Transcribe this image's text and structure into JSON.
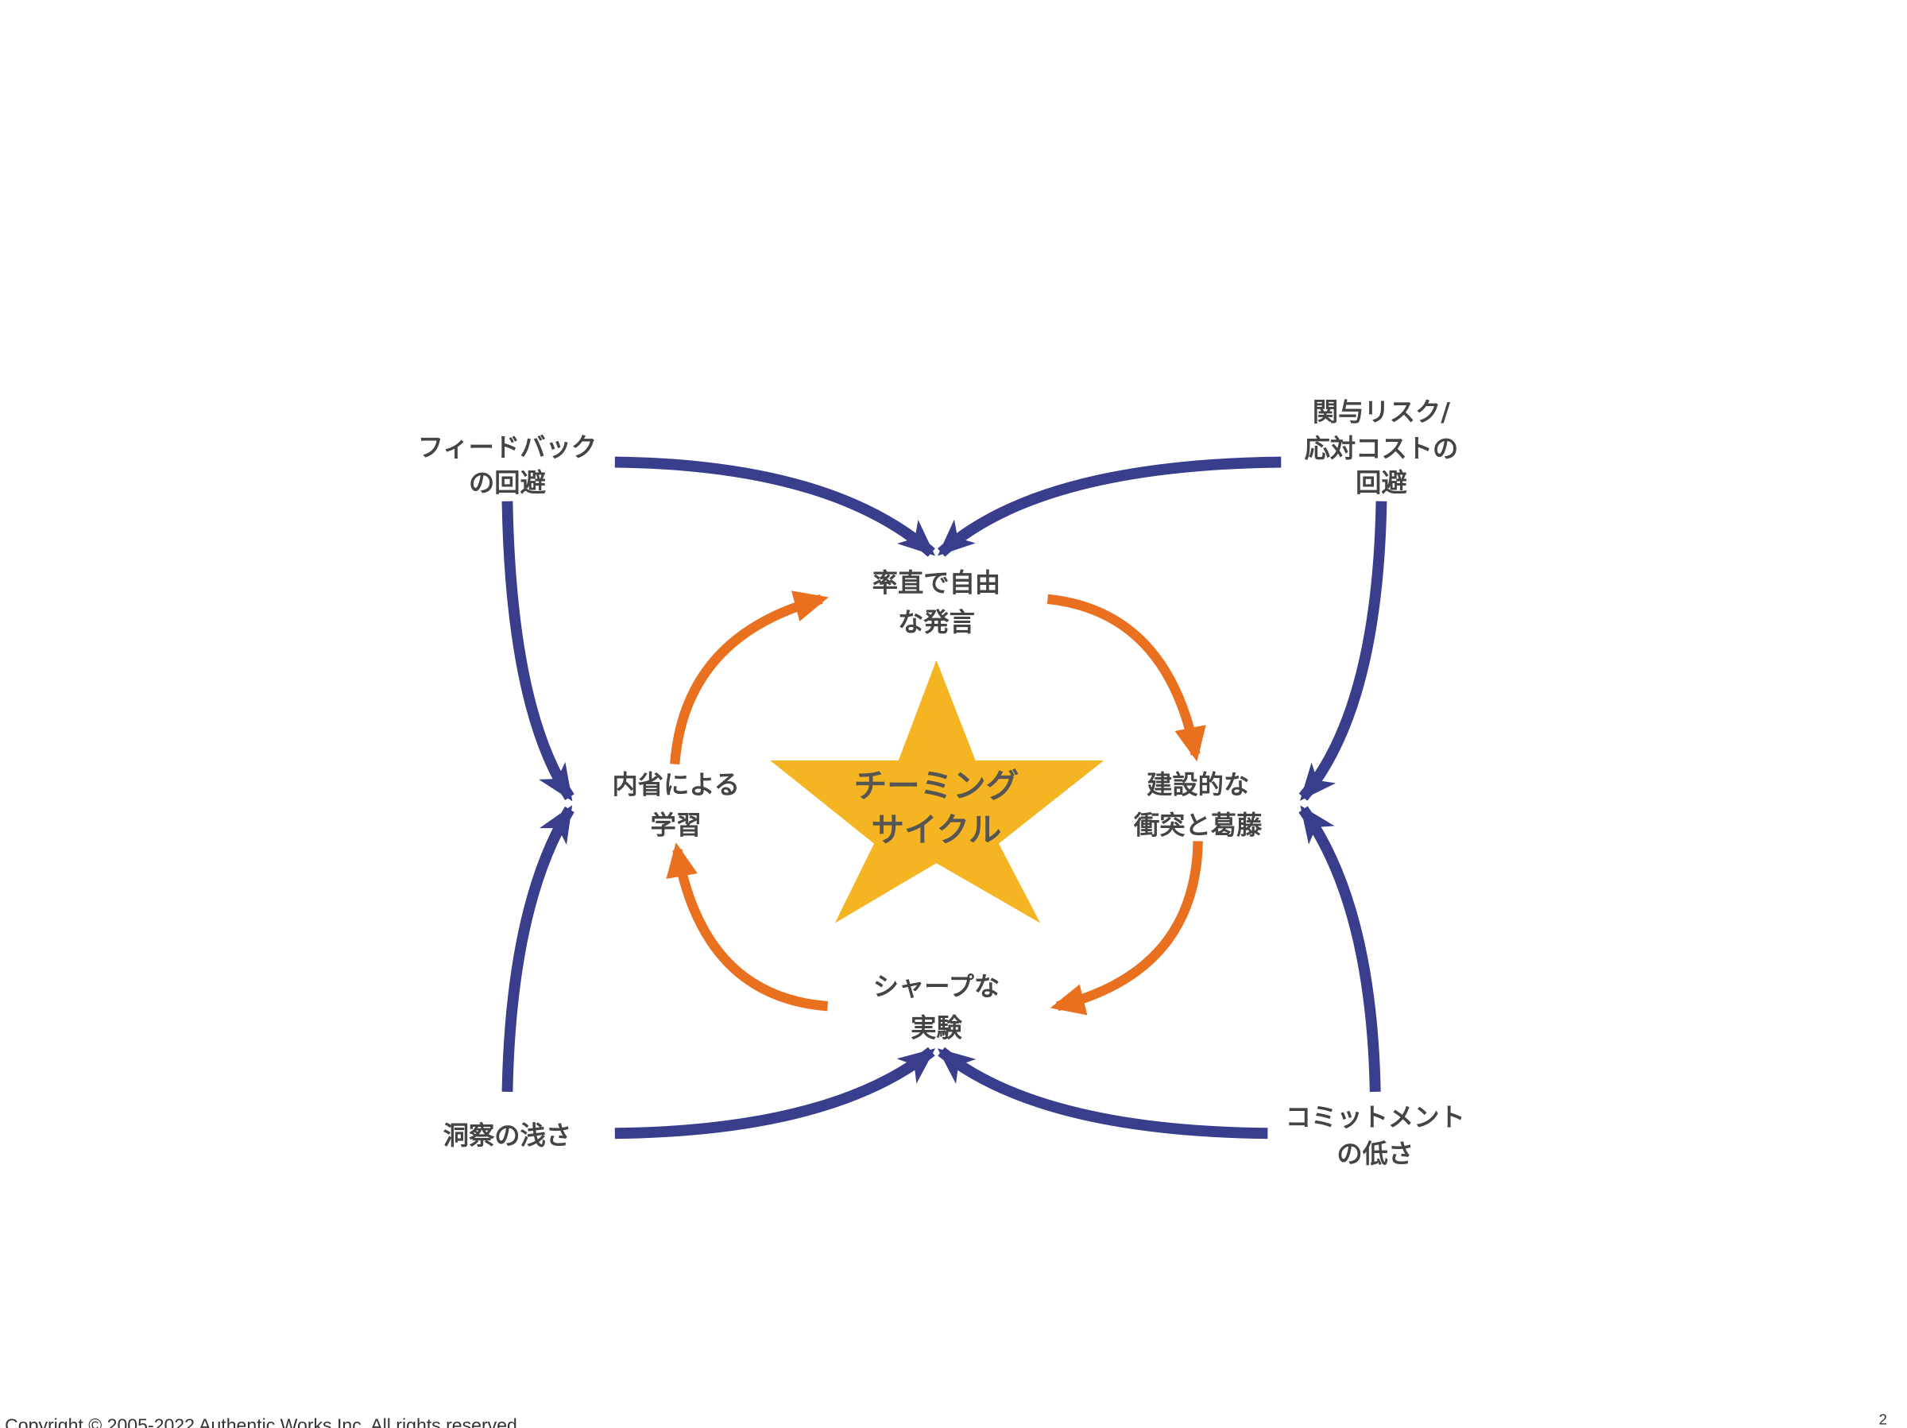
{
  "colors": {
    "blue": "#383d8c",
    "orange": "#e8701f",
    "star": "#f5b522",
    "text": "#444444"
  },
  "center": {
    "line1": "チーミング",
    "line2": "サイクル"
  },
  "cycle": {
    "top": {
      "line1": "率直で自由",
      "line2": "な発言"
    },
    "right": {
      "line1": "建設的な",
      "line2": "衝突と葛藤"
    },
    "bottom": {
      "line1": "シャープな",
      "line2": "実験"
    },
    "left": {
      "line1": "内省による",
      "line2": "学習"
    }
  },
  "barriers": {
    "top_left": {
      "line1": "フィードバック",
      "line2": "の回避"
    },
    "top_right": {
      "line1": "関与リスク/",
      "line2": "応対コストの",
      "line3": "回避"
    },
    "bottom_left": {
      "line1": "洞察の浅さ"
    },
    "bottom_right": {
      "line1": "コミットメント",
      "line2": "の低さ"
    }
  },
  "footer": {
    "copyright": "Copyright © 2005-2022 Authentic Works Inc. All rights reserved.",
    "page_number": "2"
  }
}
